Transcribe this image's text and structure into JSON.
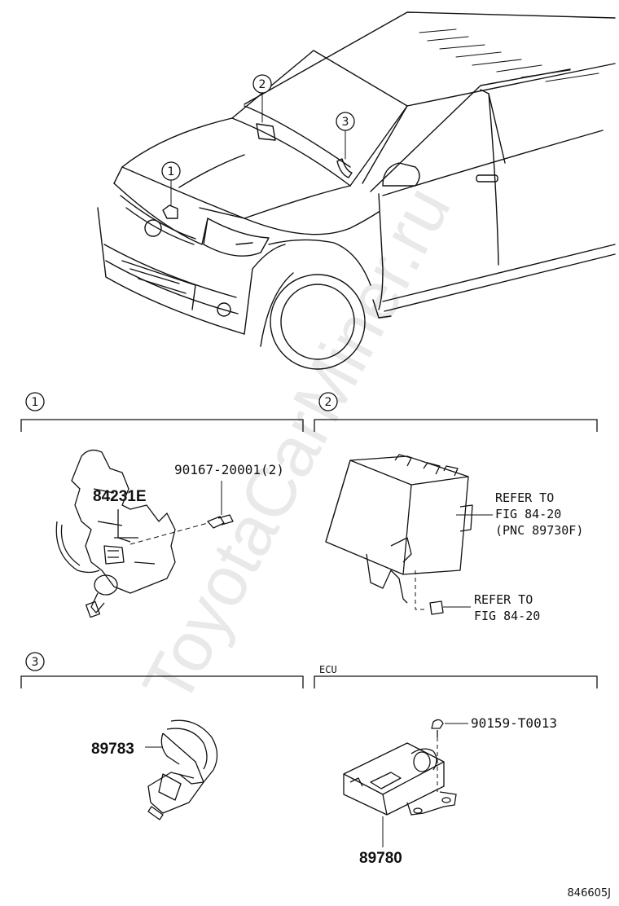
{
  "watermark": "ToyotaCarMiner.ru",
  "figure_code": "846605J",
  "callouts": {
    "c1": "1",
    "c2": "2",
    "c3": "3"
  },
  "sections": {
    "s1": {
      "number": "1",
      "parts": [
        "84231E",
        "90167-20001(2)"
      ]
    },
    "s2": {
      "number": "2",
      "refer_1": [
        "REFER TO",
        "FIG 84-20",
        "(PNC 89730F)"
      ],
      "refer_2": [
        "REFER TO",
        "FIG 84-20"
      ]
    },
    "s3": {
      "number": "3",
      "parts": [
        "89783"
      ]
    },
    "s4": {
      "header": "ECU",
      "parts": [
        "90159-T0013",
        "89780"
      ]
    }
  },
  "colors": {
    "line": "#111111",
    "watermark": "#e9e9e9",
    "background": "#ffffff"
  }
}
